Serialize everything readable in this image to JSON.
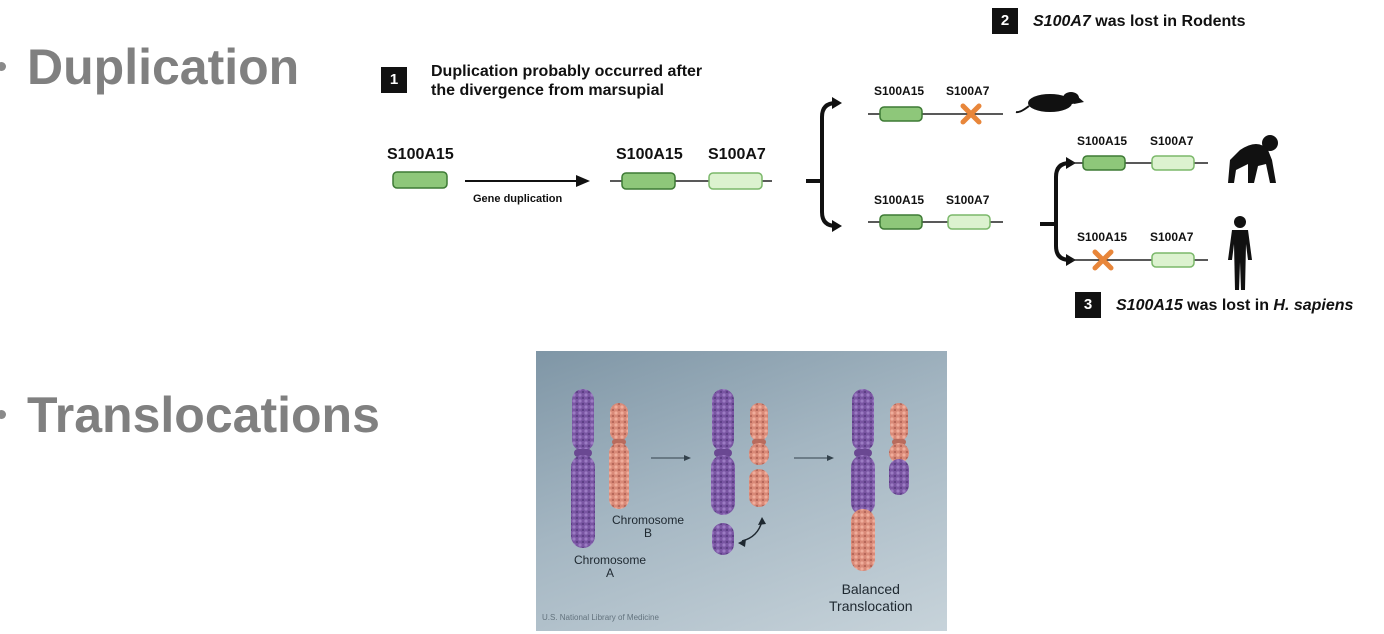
{
  "headings": {
    "duplication": "Duplication",
    "translocations": "Translocations"
  },
  "notes": {
    "n1_num": "1",
    "n1_line1": "Duplication probably occurred after",
    "n1_line2": "the divergence from marsupial",
    "n2_num": "2",
    "n2_gene": "S100A7",
    "n2_text": " was lost in Rodents",
    "n3_num": "3",
    "n3_gene": "S100A15",
    "n3_text_pre": " was lost in ",
    "n3_species": "H. sapiens"
  },
  "genes": {
    "a15": "S100A15",
    "a7": "S100A7"
  },
  "arrow_label": "Gene duplication",
  "colors": {
    "gene_a15": "#8ec77a",
    "gene_a15_border": "#3d7a34",
    "gene_a7": "#dcf2cf",
    "gene_a7_border": "#7bb86a",
    "loss_mark": "#e8863a",
    "heading": "#808080"
  },
  "photo": {
    "chrom_b": "Chromosome\nB",
    "chrom_a": "Chromosome\nA",
    "result": "Balanced\nTranslocation",
    "credit": "U.S. National Library of Medicine"
  }
}
